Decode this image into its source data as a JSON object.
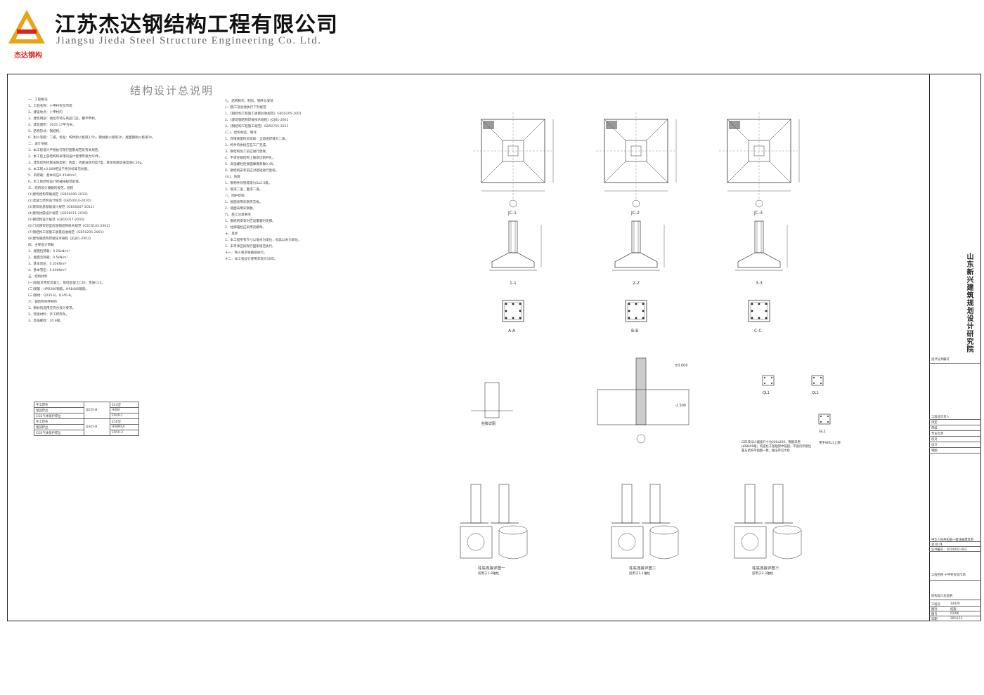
{
  "header": {
    "company_cn": "江苏杰达钢结构工程有限公司",
    "company_en": "Jiangsu Jieda Steel Structure Engineering Co. Ltd.",
    "logo_text": "杰达钢构"
  },
  "sheet": {
    "title": "结构设计总说明",
    "col1_lines": [
      "一、工程概况",
      "1、工程名称：十甲村农贸市场",
      "2、建设地点：十甲村内",
      "3、建筑用途：摊位市场与商品门店，層平甲村。",
      "4、建筑面积：3625.17平方米。",
      "5、结构形式：钢结构。",
      "6、耐火等级：二级，标准：构件耐火极限1.5h，钢柱耐火极限3h，屋面钢耐火极限1h。",
      "二、设计依据",
      "1、本工程设计严格执行现行国家规范及有关规定。",
      "2、本工程上部结构所采用的设计使用年限为50年。",
      "3、建筑结构抗震设防类别：丙类；抗震设防烈度7度，基本地震加速度值0.10g。",
      "4、本工程±0.000相当于绝对标高见总图。",
      "5、风荷载：基本风压0.45kN/m²。",
      "6、本工程结构设计荷载按规范取值。",
      "三、结构设计遵循的规范、规程",
      "(1)建筑结构荷载规范《GB50009-2012》",
      "(2)混凝土结构设计规范《GB50010-2010》",
      "(3)建筑地基基础设计规范《GB50007-2011》",
      "(4)建筑抗震设计规范《GB50011-2010》",
      "(5)钢结构设计规范《GB50017-2003》",
      "(6)门式刚架轻型房屋钢结构技术规范《CECS102:2002》",
      "(7)钢结构工程施工质量验收规范《GB50205-2001》",
      "(8)建筑钢结构焊接技术规程《JGJ81-2002》",
      "四、主要设计荷载",
      "1、屋面恒荷载：0.25kN/m²",
      "2、屋面活荷载：0.5kN/m²",
      "3、基本风压：0.35kN/m²",
      "4、基本雪压：0.40kN/m²",
      "五、结构材料",
      "(一)基础及零星混凝土，基础混凝土C30，垫层C15。",
      "(二)钢筋：HPB300钢筋，HRB400钢筋。",
      "(三)钢材：Q235-B，Q345-B。",
      "六、钢结构构件制作",
      "1、钢材的选用应符合设计要求。",
      "2、焊接材料：手工焊焊条。",
      "3、高强螺栓：10.9级。"
    ],
    "col2_lines": [
      "七、结构制作、制造、钢件与安装",
      "(一)施工及验收执行下列规范",
      "1、《钢结构工程施工质量验收规范》GB50205-2001",
      "2、《建筑钢结构焊接技术规程》JGJ81-2002",
      "3、《钢结构工程施工规范》GB50755-2012",
      "(二)、结构构造、制作",
      "1、焊缝质量检验等级：全熔透焊缝为二级。",
      "2、构件的拼接应在工厂完成。",
      "3、钢结构加工前应进行放样。",
      "4、不得在钢结构上随意切割开孔。",
      "5、高强螺栓连接面摩擦系数0.45。",
      "6、钢结构安装前应对基础进行复核。",
      "(三)、防腐",
      "1、钢构件除锈等级为Sa2.5级。",
      "2、底漆二道，面漆二道。",
      "八、围护结构",
      "1、屋面采用彩钢夹芯板。",
      "2、墙面采用彩钢板。",
      "九、施工注意事项",
      "1、钢结构安装时应设置临时支撑。",
      "2、柱脚锚栓应采用双螺母。",
      "十、其他",
      "1、本工程所有尺寸以毫米为单位，标高以米为单位。",
      "2、未尽事宜按现行国家规范执行。",
      "十一、防火要求按图纸执行。",
      "十二、本工程设计使用年限为50年。"
    ],
    "steel_table": [
      [
        "手工焊条",
        "E43型"
      ],
      [
        "埋弧焊丝",
        "H08A"
      ],
      [
        "CO2气体保护焊丝",
        "ER49-1"
      ],
      [
        "手工焊条",
        "E50型"
      ],
      [
        "埋弧焊丝",
        "H08MnA"
      ],
      [
        "CO2气体保护焊丝",
        "ER50-3"
      ]
    ],
    "steel_grades": [
      "Q235-B",
      "Q345-B"
    ]
  },
  "drawings": {
    "plan_labels": [
      "JC-1",
      "JC-2",
      "JC-3"
    ],
    "section_labels": [
      "1-1",
      "2-2",
      "3-3"
    ],
    "rebar_labels": [
      "A-A",
      "B-B",
      "C-C"
    ],
    "detail_labels": [
      "柱脚详图",
      "QL1",
      "QL1",
      "GL1"
    ],
    "elev_labels": [
      "±0.000",
      "-1.500"
    ],
    "column_titles": [
      "柱底连接详图一",
      "柱底连接详图二",
      "柱底连接详图三"
    ],
    "column_subtitles": [
      "适用于1-8轴柱",
      "适用于1-1轴柱",
      "适用于2-3轴柱"
    ],
    "note_text": "GZ1及QL1截面尺寸为200x200，钢筋采用HRB400级；构造柱于基础梁中锚固，平面内示意位置与结构平面图一致，做法参见大样",
    "beam_note": "用于WKL1上部"
  },
  "titleblock": {
    "institute": "山东新兴建筑规划设计研究院",
    "rows": [
      "设计证书编号",
      "工程总负责人",
      "审定",
      "审核",
      "专业负责",
      "校对",
      "设计",
      "制图"
    ],
    "project_label": "工程名称",
    "project_name": "十甲村农贸市场",
    "drawing_name": "结构设计总说明",
    "fields": [
      "工程号",
      "图别",
      "图号",
      "日期"
    ],
    "field_values": [
      "14420",
      "结施",
      "01/06",
      "2014.11"
    ],
    "stamp_lines": [
      "中华人民共和国一级注册建筑师",
      "刘 经 纬",
      "证书编号：2014002-003"
    ]
  }
}
